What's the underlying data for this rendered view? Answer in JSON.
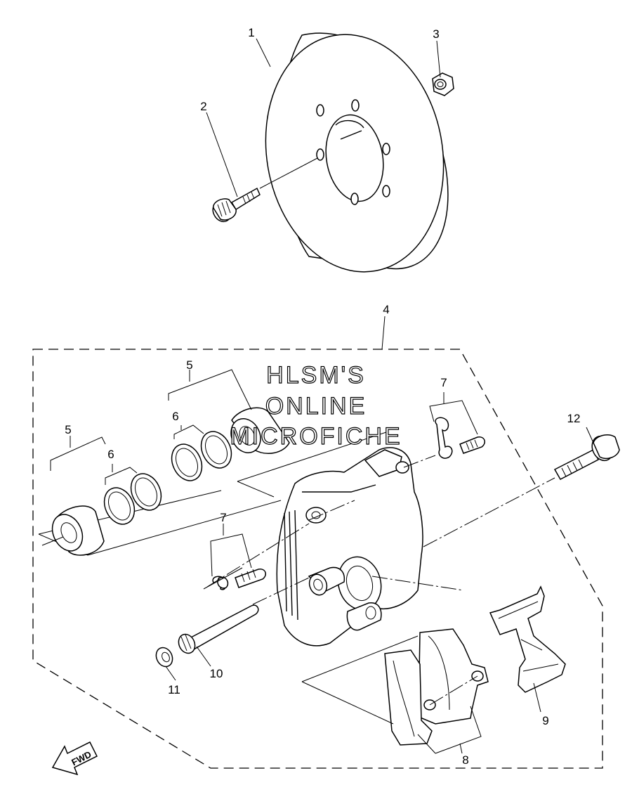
{
  "watermark": {
    "line1": "HLSM'S",
    "line2": "ONLINE",
    "line3": "MICROFICHE"
  },
  "direction_label": "FWD",
  "callouts": {
    "c1": "1",
    "c2": "2",
    "c3": "3",
    "c4": "4",
    "c5a": "5",
    "c5b": "5",
    "c6a": "6",
    "c6b": "6",
    "c7a": "7",
    "c7b": "7",
    "c8": "8",
    "c9": "9",
    "c10": "10",
    "c11": "11",
    "c12": "12"
  }
}
